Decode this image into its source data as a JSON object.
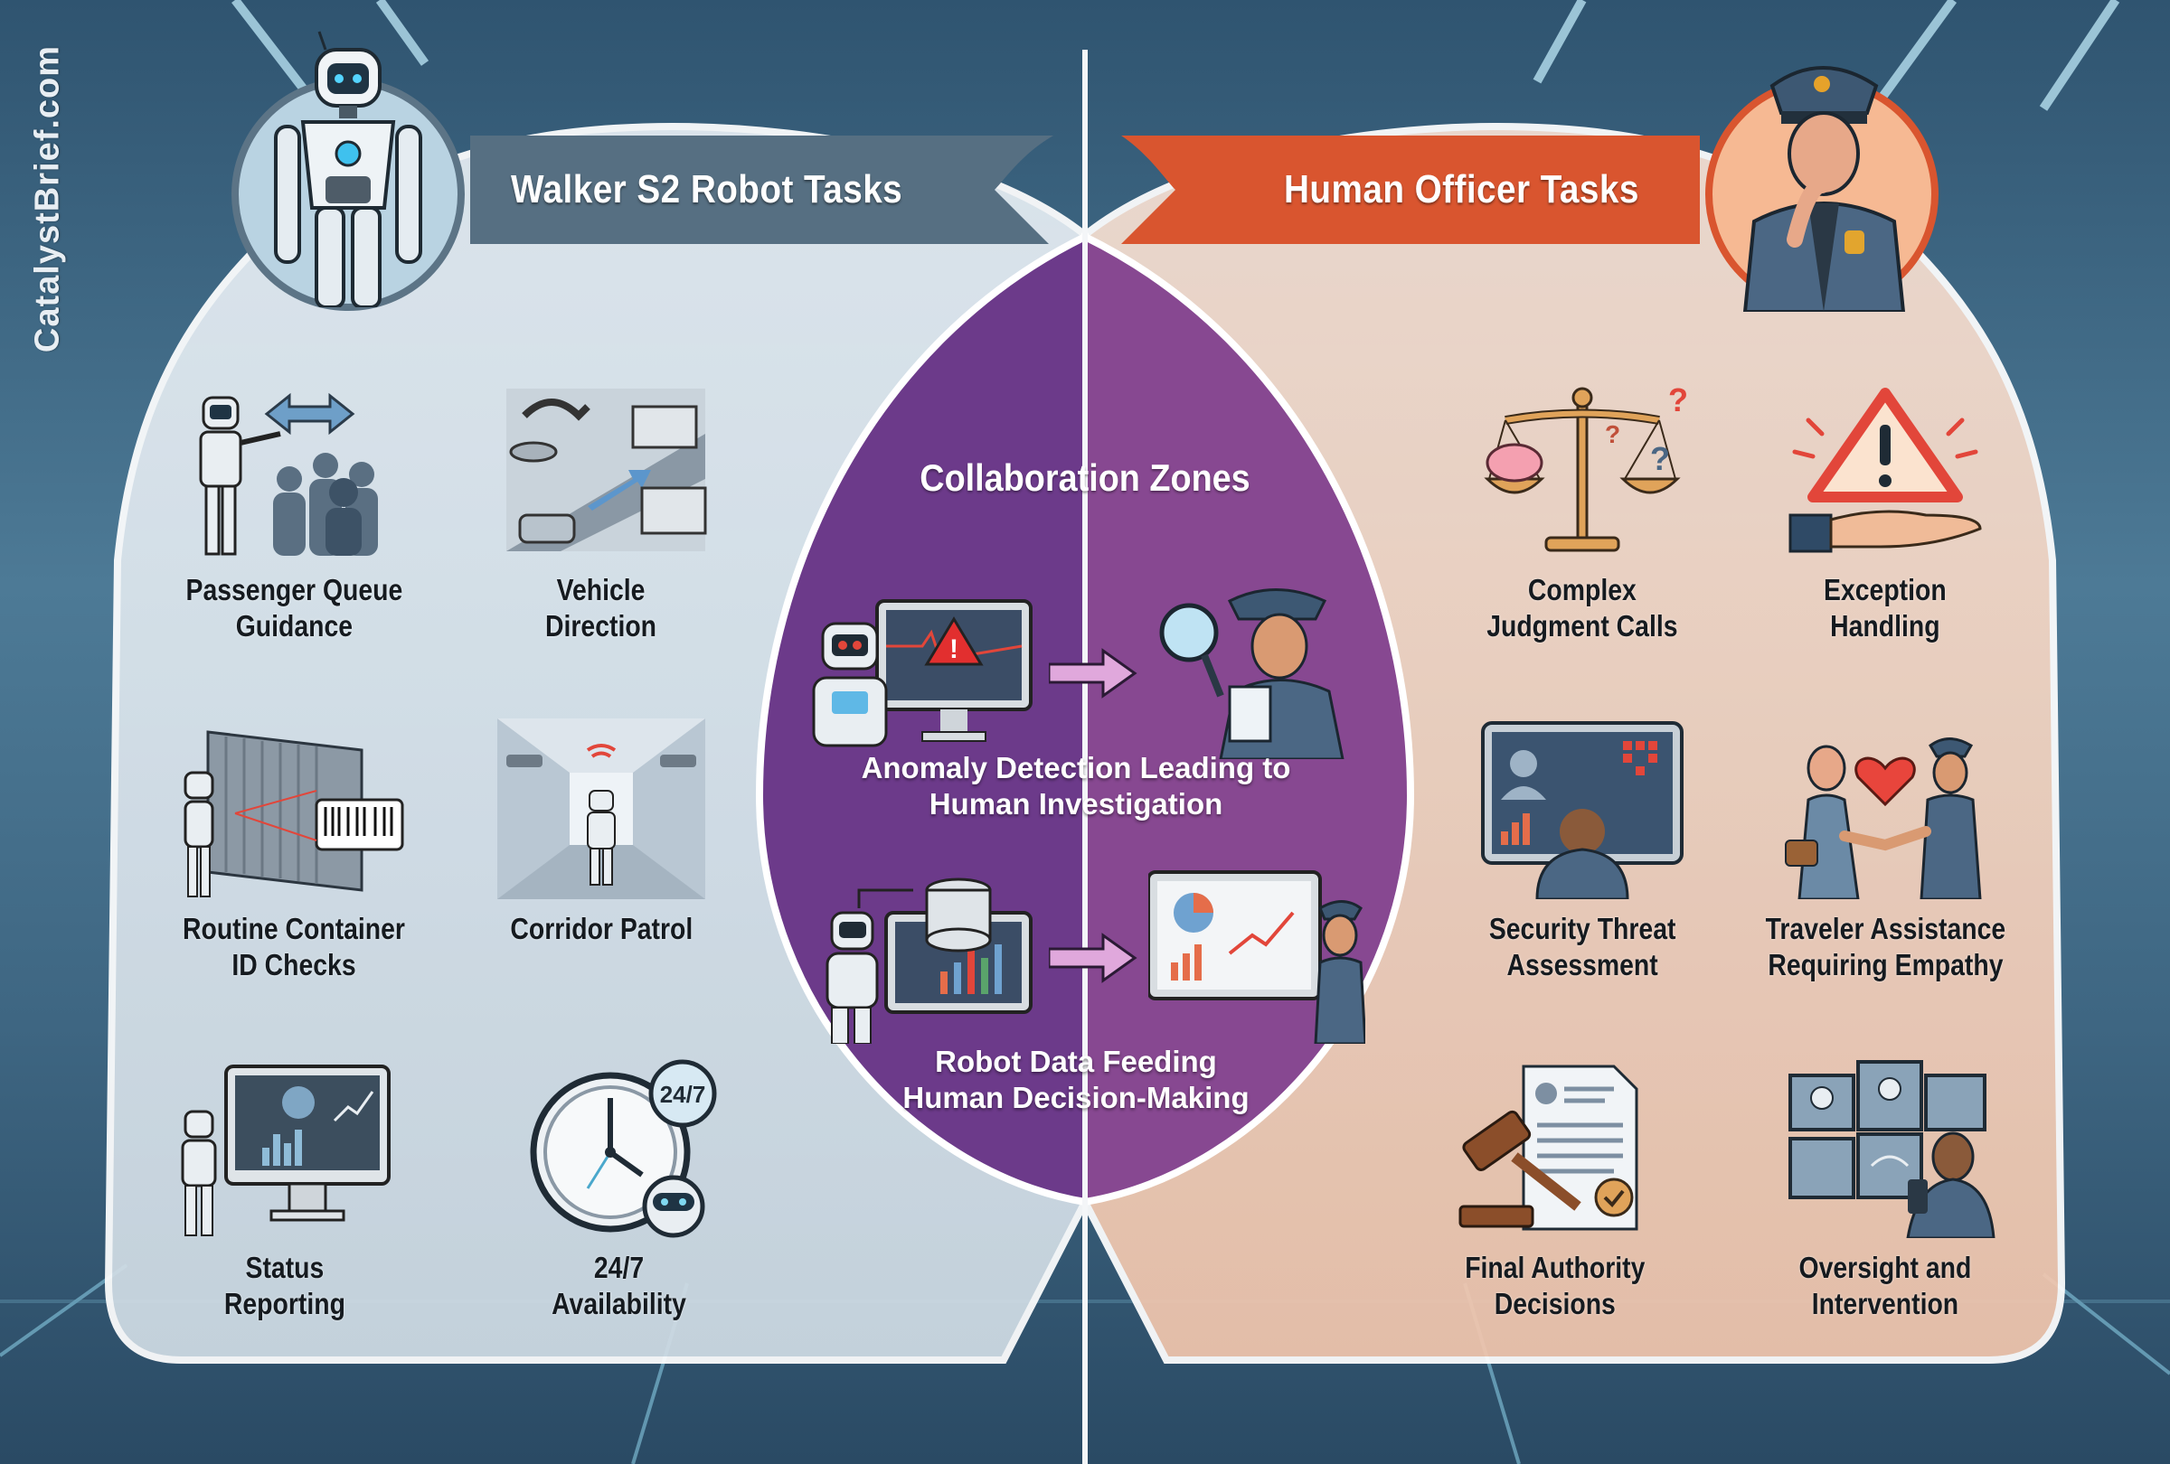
{
  "watermark": "CatalystBrief.com",
  "colors": {
    "robot_side": "#dfe7ee",
    "robot_banner": "#566f82",
    "human_side": "#f5d6c4",
    "human_banner": "#d9552f",
    "collab": "#7a3f8e",
    "divider": "#f4f6f8"
  },
  "robot": {
    "title": "Walker S2 Robot Tasks",
    "avatar_icon": "humanoid-robot-icon",
    "tasks": [
      {
        "label_lines": [
          "Passenger Queue",
          "Guidance"
        ],
        "icon": "robot-guiding-crowd-icon"
      },
      {
        "label_lines": [
          "Vehicle",
          "Direction"
        ],
        "icon": "vehicle-traffic-icon"
      },
      {
        "label_lines": [
          "Routine Container",
          "ID Checks"
        ],
        "icon": "container-barcode-scan-icon"
      },
      {
        "label_lines": [
          "Corridor Patrol",
          ""
        ],
        "icon": "corridor-patrol-icon"
      },
      {
        "label_lines": [
          "Status",
          "Reporting"
        ],
        "icon": "dashboard-report-icon"
      },
      {
        "label_lines": [
          "24/7",
          "Availability"
        ],
        "icon": "clock-247-icon",
        "badge": "24/7"
      }
    ]
  },
  "human": {
    "title": "Human Officer Tasks",
    "avatar_icon": "police-officer-icon",
    "tasks": [
      {
        "label_lines": [
          "Complex",
          "Judgment Calls"
        ],
        "icon": "scales-brain-icon"
      },
      {
        "label_lines": [
          "Exception",
          "Handling"
        ],
        "icon": "warning-hand-icon"
      },
      {
        "label_lines": [
          "Security Threat",
          "Assessment"
        ],
        "icon": "threat-monitor-icon"
      },
      {
        "label_lines": [
          "Traveler Assistance",
          "Requiring Empathy"
        ],
        "icon": "handshake-heart-icon"
      },
      {
        "label_lines": [
          "Final Authority",
          "Decisions"
        ],
        "icon": "gavel-document-icon"
      },
      {
        "label_lines": [
          "Oversight and",
          "Intervention"
        ],
        "icon": "monitor-wall-icon"
      }
    ]
  },
  "collaboration": {
    "title": "Collaboration Zones",
    "items": [
      {
        "label_lines": [
          "Anomaly Detection Leading to",
          "Human Investigation"
        ],
        "left_icon": "robot-alert-monitor-icon",
        "right_icon": "officer-magnifier-icon"
      },
      {
        "label_lines": [
          "Robot Data Feeding",
          "Human Decision-Making"
        ],
        "left_icon": "robot-database-monitor-icon",
        "right_icon": "officer-presentation-icon"
      }
    ]
  }
}
